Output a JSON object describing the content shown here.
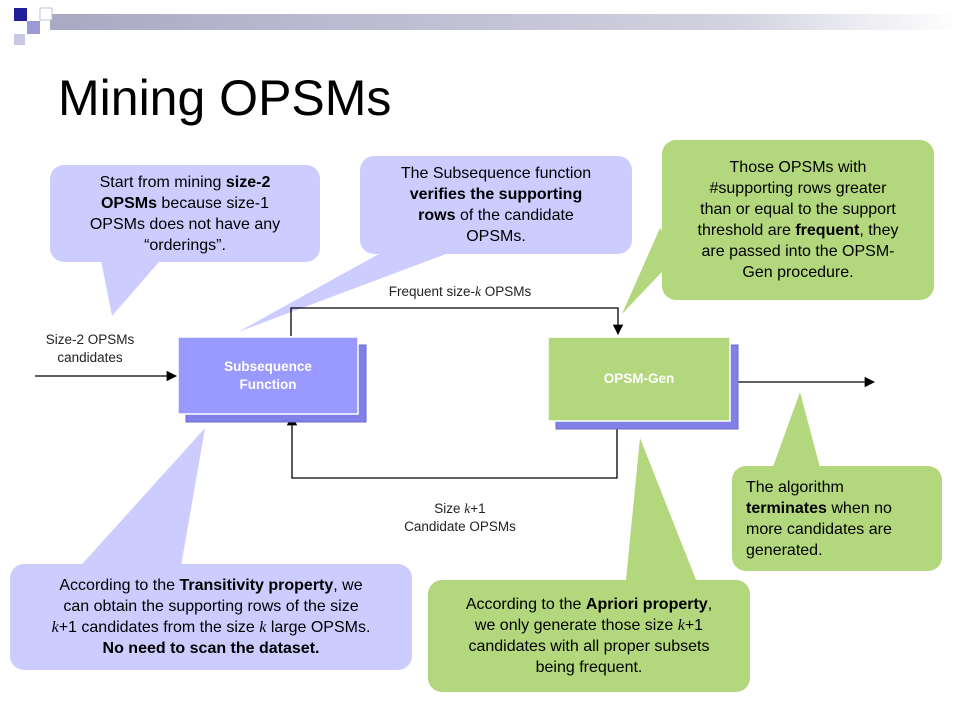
{
  "title": "Mining OPSMs",
  "callouts": {
    "size2": {
      "lines": [
        [
          {
            "t": "Start from mining "
          },
          {
            "t": "size-2",
            "b": true
          }
        ],
        [
          {
            "t": "OPSMs",
            "b": true
          },
          {
            "t": " because size-1"
          }
        ],
        [
          {
            "t": "OPSMs does not have any"
          }
        ],
        [
          {
            "t": "“orderings”."
          }
        ]
      ]
    },
    "subsequence": {
      "lines": [
        [
          {
            "t": "The Subsequence function"
          }
        ],
        [
          {
            "t": "verifies the supporting",
            "b": true
          }
        ],
        [
          {
            "t": "rows",
            "b": true
          },
          {
            "t": " of the candidate"
          }
        ],
        [
          {
            "t": "OPSMs."
          }
        ]
      ]
    },
    "frequent": {
      "lines": [
        [
          {
            "t": "Those OPSMs with"
          }
        ],
        [
          {
            "t": "#supporting rows greater"
          }
        ],
        [
          {
            "t": "than or equal to the support"
          }
        ],
        [
          {
            "t": "threshold are "
          },
          {
            "t": "frequent",
            "b": true
          },
          {
            "t": ", they"
          }
        ],
        [
          {
            "t": "are passed into the OPSM-"
          }
        ],
        [
          {
            "t": "Gen procedure."
          }
        ]
      ]
    },
    "terminates": {
      "lines": [
        [
          {
            "t": "The algorithm"
          }
        ],
        [
          {
            "t": "terminates",
            "b": true
          },
          {
            "t": " when no"
          }
        ],
        [
          {
            "t": "more candidates are"
          }
        ],
        [
          {
            "t": "generated."
          }
        ]
      ]
    },
    "transitivity": {
      "lines": [
        [
          {
            "t": "According to the "
          },
          {
            "t": "Transitivity property",
            "b": true
          },
          {
            "t": ", we"
          }
        ],
        [
          {
            "t": "can obtain the supporting rows of the size"
          }
        ],
        [
          {
            "t": "k",
            "k": true
          },
          {
            "t": "+1 candidates from the size "
          },
          {
            "t": "k",
            "k": true
          },
          {
            "t": " large OPSMs."
          }
        ],
        [
          {
            "t": "No need to scan the dataset.",
            "b": true
          }
        ]
      ]
    },
    "apriori": {
      "lines": [
        [
          {
            "t": "According to the "
          },
          {
            "t": "Apriori property",
            "b": true
          },
          {
            "t": ","
          }
        ],
        [
          {
            "t": "we only generate those size "
          },
          {
            "t": "k",
            "k": true
          },
          {
            "t": "+1"
          }
        ],
        [
          {
            "t": "candidates with all proper subsets"
          }
        ],
        [
          {
            "t": "being frequent."
          }
        ]
      ]
    }
  },
  "boxes": {
    "subsequence_line1": "Subsequence",
    "subsequence_line2": "Function",
    "opsm_gen": "OPSM-Gen"
  },
  "labels": {
    "input_line1": "Size-2 OPSMs",
    "input_line2": "candidates",
    "frequent": [
      {
        "t": "Frequent size-"
      },
      {
        "t": "k",
        "k": true
      },
      {
        "t": " OPSMs"
      }
    ],
    "size_k1_line1": [
      {
        "t": "Size "
      },
      {
        "t": "k",
        "k": true
      },
      {
        "t": "+1"
      }
    ],
    "size_k1_line2": "Candidate OPSMs"
  },
  "colors": {
    "callout_purple": "#ccccff",
    "callout_green": "#b3d77c",
    "box_fill": "#9999ff",
    "box_shadow": "#8080e8",
    "header_bar": "#b3b3c8",
    "header_square_dark": "#1f1f99",
    "header_square_light": "#9b9bd6"
  }
}
